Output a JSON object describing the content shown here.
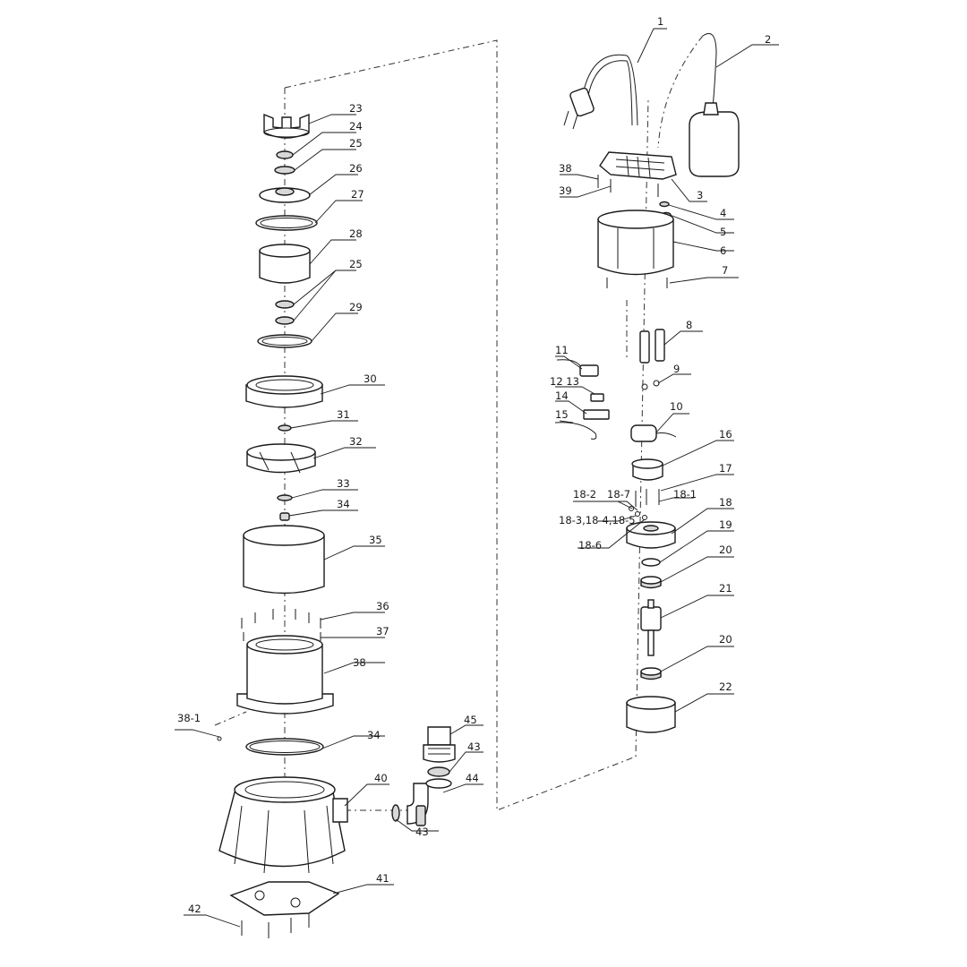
{
  "labels": {
    "l1": "1",
    "l2": "2",
    "l3": "3",
    "l4": "4",
    "l5": "5",
    "l6": "6",
    "l7": "7",
    "l8": "8",
    "l9": "9",
    "l10": "10",
    "l11": "11",
    "l12_13": "12 13",
    "l14": "14",
    "l15": "15",
    "l16": "16",
    "l17": "17",
    "l18_2": "18-2",
    "l18_7": "18-7",
    "l18_1": "18-1",
    "l18_345": "18-3,18-4,18-5",
    "l18": "18",
    "l18_6": "18-6",
    "l19": "19",
    "l20a": "20",
    "l21": "21",
    "l20b": "20",
    "l22": "22",
    "l38r": "38",
    "l39": "39",
    "l23": "23",
    "l24": "24",
    "l25a": "25",
    "l26": "26",
    "l27": "27",
    "l28": "28",
    "l25b": "25",
    "l29": "29",
    "l30": "30",
    "l31": "31",
    "l32": "32",
    "l33": "33",
    "l34a": "34",
    "l35": "35",
    "l36": "36",
    "l37": "37",
    "l38": "38",
    "l38_1": "38-1",
    "l34b": "34",
    "l40": "40",
    "l45": "45",
    "l43a": "43",
    "l44": "44",
    "l43b": "43",
    "l41": "41",
    "l42": "42"
  }
}
